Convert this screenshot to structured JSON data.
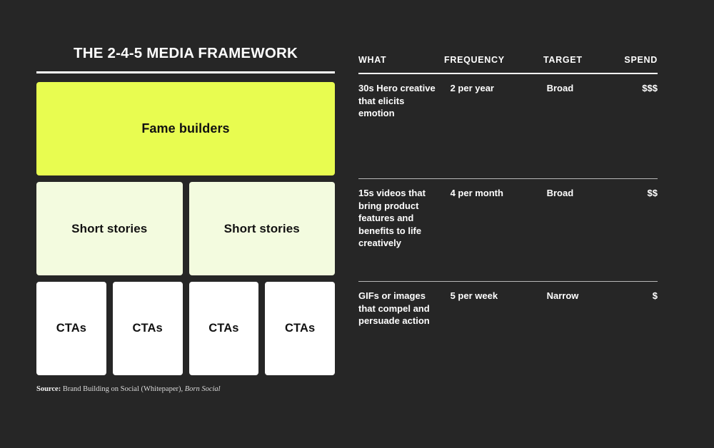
{
  "theme": {
    "background": "#262626",
    "accent_yellow": "#e8fc50",
    "accent_pale": "#f3fbdf",
    "block_white": "#ffffff",
    "text_light": "#ffffff",
    "text_dark": "#111111",
    "rule_light": "#b8b8b8"
  },
  "framework": {
    "title": "THE 2-4-5 MEDIA FRAMEWORK",
    "tiers": [
      {
        "name": "fame-builders",
        "blocks": [
          "Fame builders"
        ]
      },
      {
        "name": "short-stories",
        "blocks": [
          "Short stories",
          "Short stories"
        ]
      },
      {
        "name": "ctas",
        "blocks": [
          "CTAs",
          "CTAs",
          "CTAs",
          "CTAs"
        ]
      }
    ]
  },
  "source": {
    "label": "Source:",
    "text": " Brand Building on Social (Whitepaper), ",
    "publisher": "Born Social"
  },
  "table": {
    "headers": {
      "what": "WHAT",
      "frequency": "FREQUENCY",
      "target": "TARGET",
      "spend": "SPEND"
    },
    "rows": [
      {
        "what": "30s Hero creative that elicits emotion",
        "frequency": "2 per year",
        "target": "Broad",
        "spend": "$$$"
      },
      {
        "what": "15s videos that bring product features and benefits to life creatively",
        "frequency": "4 per month",
        "target": "Broad",
        "spend": "$$"
      },
      {
        "what": "GIFs or images that compel and persuade action",
        "frequency": "5 per week",
        "target": "Narrow",
        "spend": "$"
      }
    ]
  }
}
